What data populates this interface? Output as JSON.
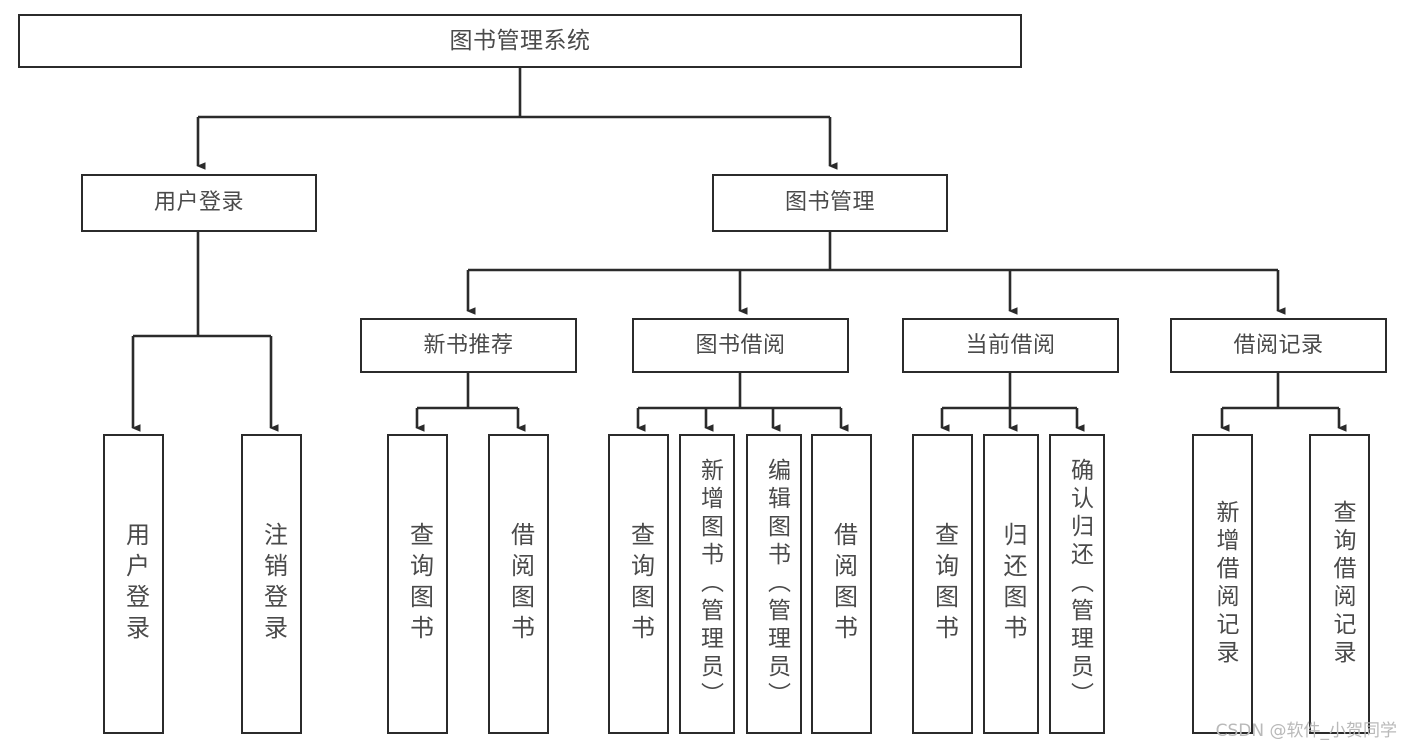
{
  "diagram": {
    "title": "图书管理系统",
    "type": "tree-hierarchy-diagram",
    "watermark": "CSDN @软件_小贺同学",
    "accent_color": "#2b2b2b",
    "text_color": "#4a4a4a",
    "background_color": "#ffffff",
    "levels": {
      "root": "图书管理系统",
      "level2": [
        "用户登录",
        "图书管理"
      ],
      "level3": [
        "新书推荐",
        "图书借阅",
        "当前借阅",
        "借阅记录"
      ]
    },
    "nodes": {
      "root": {
        "label": "图书管理系统"
      },
      "user_login": {
        "label": "用户登录"
      },
      "book_manage": {
        "label": "图书管理"
      },
      "new_book_rec": {
        "label": "新书推荐"
      },
      "book_borrow": {
        "label": "图书借阅"
      },
      "current_borrow": {
        "label": "当前借阅"
      },
      "borrow_record": {
        "label": "借阅记录"
      },
      "leaf_user_login": {
        "label": "用户登录"
      },
      "leaf_logout": {
        "label": "注销登录"
      },
      "leaf_query_book_1": {
        "label": "查询图书"
      },
      "leaf_borrow_book_1": {
        "label": "借阅图书"
      },
      "leaf_query_book_2": {
        "label": "查询图书"
      },
      "leaf_add_book": {
        "label": "新增图书（管理员）"
      },
      "leaf_edit_book": {
        "label": "编辑图书（管理员）"
      },
      "leaf_borrow_book_2": {
        "label": "借阅图书"
      },
      "leaf_query_book_3": {
        "label": "查询图书"
      },
      "leaf_return_book": {
        "label": "归还图书"
      },
      "leaf_confirm_return": {
        "label": "确认归还（管理员）"
      },
      "leaf_add_record": {
        "label": "新增借阅记录"
      },
      "leaf_query_record": {
        "label": "查询借阅记录"
      }
    },
    "edges": [
      {
        "from": "root",
        "to": "user_login"
      },
      {
        "from": "root",
        "to": "book_manage"
      },
      {
        "from": "user_login",
        "to": "leaf_user_login"
      },
      {
        "from": "user_login",
        "to": "leaf_logout"
      },
      {
        "from": "book_manage",
        "to": "new_book_rec"
      },
      {
        "from": "book_manage",
        "to": "book_borrow"
      },
      {
        "from": "book_manage",
        "to": "current_borrow"
      },
      {
        "from": "book_manage",
        "to": "borrow_record"
      },
      {
        "from": "new_book_rec",
        "to": "leaf_query_book_1"
      },
      {
        "from": "new_book_rec",
        "to": "leaf_borrow_book_1"
      },
      {
        "from": "book_borrow",
        "to": "leaf_query_book_2"
      },
      {
        "from": "book_borrow",
        "to": "leaf_add_book"
      },
      {
        "from": "book_borrow",
        "to": "leaf_edit_book"
      },
      {
        "from": "book_borrow",
        "to": "leaf_borrow_book_2"
      },
      {
        "from": "current_borrow",
        "to": "leaf_query_book_3"
      },
      {
        "from": "current_borrow",
        "to": "leaf_return_book"
      },
      {
        "from": "current_borrow",
        "to": "leaf_confirm_return"
      },
      {
        "from": "borrow_record",
        "to": "leaf_add_record"
      },
      {
        "from": "borrow_record",
        "to": "leaf_query_record"
      }
    ]
  }
}
